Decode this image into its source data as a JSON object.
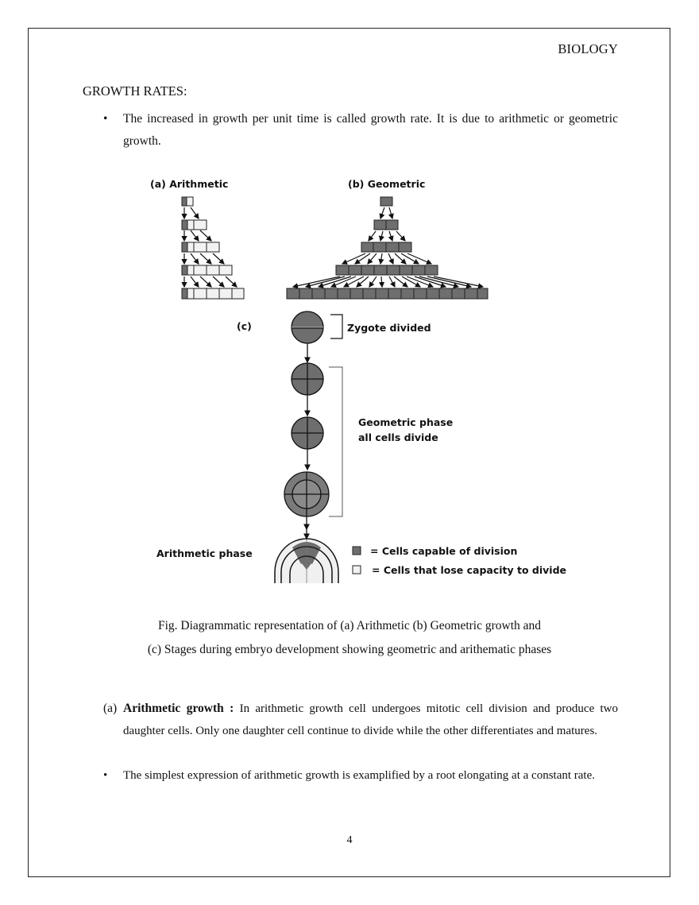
{
  "header": {
    "subject": "BIOLOGY"
  },
  "section": {
    "title": "GROWTH RATES:",
    "intro_bullet": "The increased in growth per unit time is called growth rate. It is due to arithmetic or geometric growth."
  },
  "figure": {
    "panel_a_label": "(a) Arithmetic",
    "panel_b_label": "(b) Geometric",
    "panel_c_label": "(c)",
    "zygote_label": "Zygote divided",
    "geometric_phase_label_line1": "Geometric phase",
    "geometric_phase_label_line2": "all cells divide",
    "arithmetic_phase_label": "Arithmetic phase",
    "legend": [
      {
        "swatch": "dark",
        "color": "#6e6e6e",
        "label": "= Cells capable of division"
      },
      {
        "swatch": "light",
        "color": "#f2f2f2",
        "label": "= Cells that lose capacity to divide"
      }
    ],
    "caption_line1": "Fig. Diagrammatic representation of (a) Arithmetic (b) Geometric growth and",
    "caption_line2": "(c) Stages during embryo development showing geometric and arithematic phases"
  },
  "arithmetic_growth": {
    "marker": "(a)",
    "term": "Arithmetic growth :",
    "definition": " In arithmetic growth cell undergoes mitotic cell division and produce two daughter cells. Only one daughter cell continue to divide while the other differentiates and matures.",
    "bullet": "The simplest expression of arithmetic growth is examplified by a root elongating at a constant rate."
  },
  "footer": {
    "page_number": "4"
  }
}
